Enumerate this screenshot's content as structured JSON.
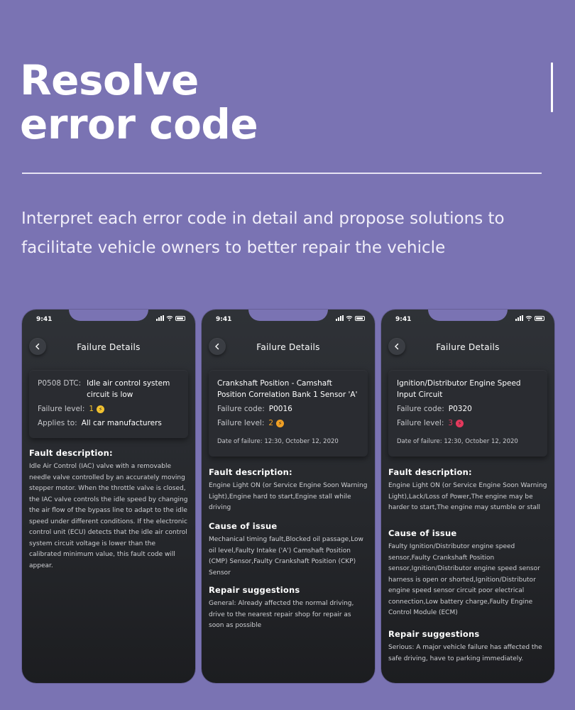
{
  "hero": {
    "title_line1": "Resolve",
    "title_line2": "error code",
    "subtitle_line1": "Interpret each error code in detail and propose solutions to",
    "subtitle_line2": "facilitate vehicle owners to better repair the vehicle"
  },
  "colors": {
    "background": "#7a73b3",
    "phone_bg": "#2b2d31",
    "level1": "#f2c230",
    "level2": "#f0a024",
    "level3": "#e5395d"
  },
  "phones": [
    {
      "time": "9:41",
      "header_title": "Failure Details",
      "card": {
        "code_label": "P0508 DTC:",
        "code_desc_line1": "Idle air control system",
        "code_desc_line2": "circuit is low",
        "level_label": "Failure level:",
        "level_value": "1",
        "applies_label": "Applies to:",
        "applies_value": "All car manufacturers"
      },
      "fault_title": "Fault description:",
      "fault_text": "Idle Air Control (IAC) valve with a removable needle valve controlled by an accurately moving stepper motor. When the throttle valve is closed, the IAC valve controls the idle speed by changing the air flow of the bypass line to adapt to the idle speed under different conditions. If the electronic control unit (ECU) detects that the idle air control system circuit voltage is lower than the calibrated minimum value, this fault code will appear."
    },
    {
      "time": "9:41",
      "header_title": "Failure Details",
      "card": {
        "desc_line1": "Crankshaft Position - Camshaft",
        "desc_line2": "Position Correlation Bank 1 Sensor 'A'",
        "code_label": "Failure code:",
        "code_value": "P0016",
        "level_label": "Failure level:",
        "level_value": "2",
        "date": "Date of failure: 12:30, October 12, 2020"
      },
      "fault_title": "Fault description:",
      "fault_text": "Engine Light ON (or Service Engine Soon Warning Light),Engine hard to start,Engine stall while driving",
      "cause_title": "Cause of issue",
      "cause_text": "Mechanical timing fault,Blocked oil passage,Low oil level,Faulty Intake ('A') Camshaft Position (CMP) Sensor,Faulty Crankshaft Position (CKP) Sensor",
      "repair_title": "Repair suggestions",
      "repair_text": "General: Already affected the normal driving, drive to the nearest repair shop for repair as soon as possible"
    },
    {
      "time": "9:41",
      "header_title": "Failure Details",
      "card": {
        "desc_line1": "Ignition/Distributor Engine Speed",
        "desc_line2": "Input Circuit",
        "code_label": "Failure code:",
        "code_value": "P0320",
        "level_label": "Failure level:",
        "level_value": "3",
        "date": "Date of failure: 12:30, October 12, 2020"
      },
      "fault_title": "Fault description:",
      "fault_text": "Engine Light ON (or Service Engine Soon Warning Light),Lack/Loss of Power,The engine may be harder to start,The engine may stumble or stall",
      "cause_title": "Cause of issue",
      "cause_text": "Faulty Ignition/Distributor engine speed sensor,Faulty Crankshaft Position sensor,Ignition/Distributor engine speed sensor harness is open or shorted,Ignition/Distributor engine speed sensor circuit poor electrical connection,Low battery charge,Faulty Engine Control Module (ECM)",
      "repair_title": "Repair suggestions",
      "repair_text": "Serious: A major vehicle failure has affected the safe driving, have to parking immediately."
    }
  ]
}
